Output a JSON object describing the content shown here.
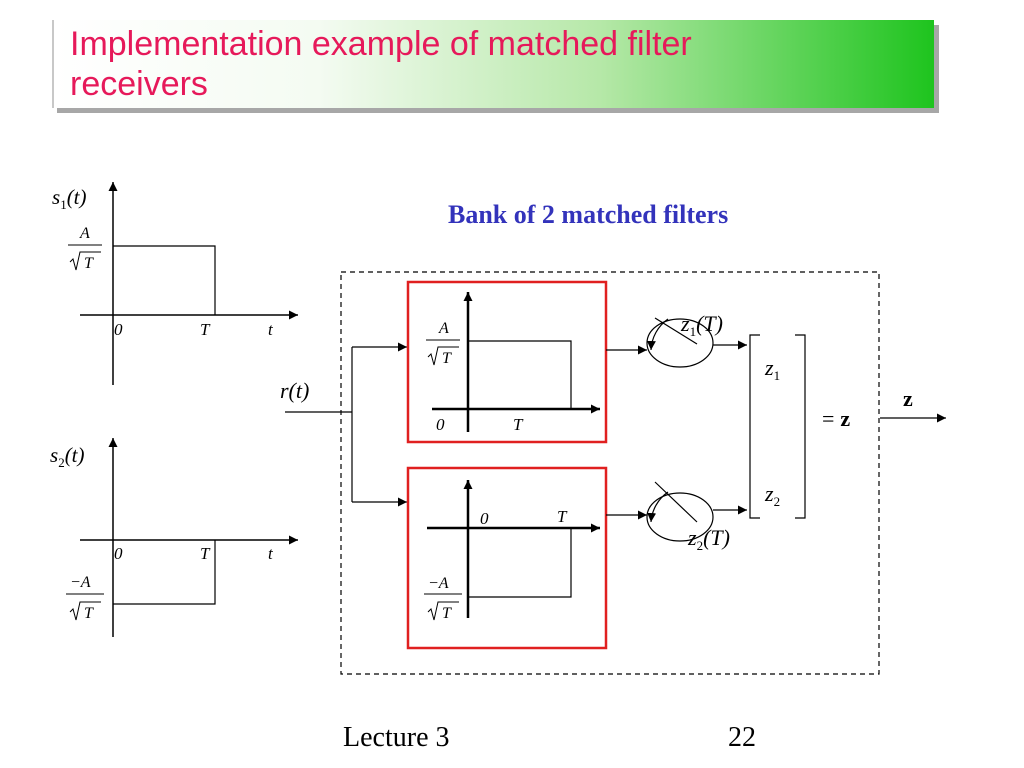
{
  "slide": {
    "title": "Implementation example of matched filter receivers",
    "subtitle": "Bank of 2 matched filters",
    "footer_left": "Lecture 3",
    "footer_right": "22",
    "colors": {
      "title_text": "#e6195a",
      "subtitle_text": "#3333bb",
      "title_gradient_end": "#1ec41e",
      "filter_box_border": "#e02020"
    }
  },
  "signals": {
    "s1": {
      "var": "s",
      "sub": "1",
      "arg": "(t)",
      "level": "A",
      "level_den": "T",
      "origin": "0",
      "end": "T",
      "axis": "t"
    },
    "s2": {
      "var": "s",
      "sub": "2",
      "arg": "(t)",
      "level": "−A",
      "level_den": "T",
      "origin": "0",
      "end": "T",
      "axis": "t"
    }
  },
  "receiver": {
    "input": "r(t)",
    "filter1": {
      "level": "A",
      "level_den": "T",
      "origin": "0",
      "end": "T"
    },
    "filter2": {
      "level": "−A",
      "level_den": "T",
      "origin": "0",
      "end": "T"
    },
    "sample1": {
      "var": "z",
      "sub": "1",
      "arg": "(T)"
    },
    "sample2": {
      "var": "z",
      "sub": "2",
      "arg": "(T)"
    },
    "vector": {
      "entry1_var": "z",
      "entry1_sub": "1",
      "entry2_var": "z",
      "entry2_sub": "2",
      "equals": "=",
      "symbol": "z"
    },
    "output": "z"
  }
}
